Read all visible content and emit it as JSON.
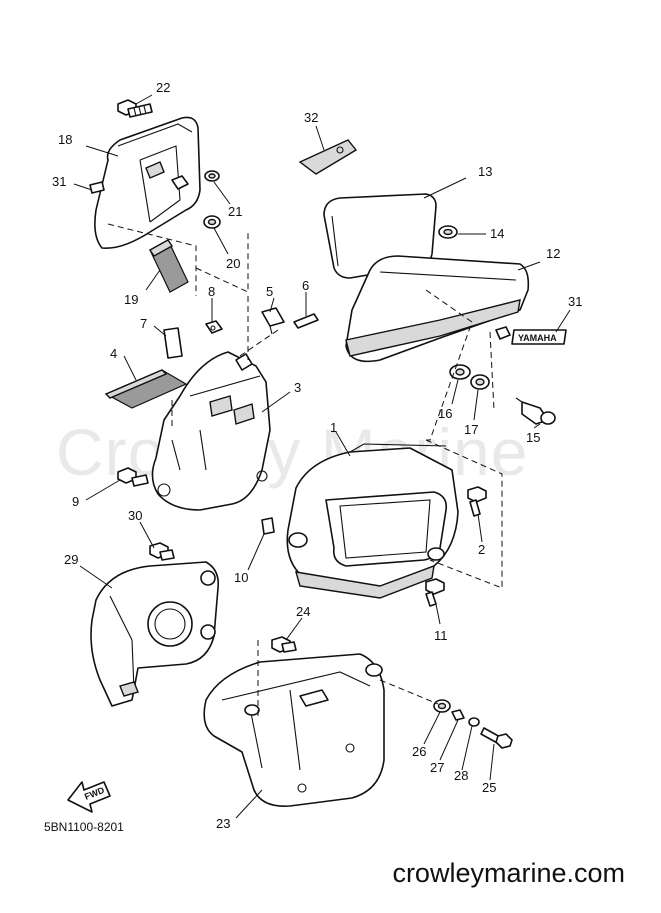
{
  "watermark": "Crowley Marine",
  "document_code": "5BN1100-8201",
  "site_url": "crowleymarine.com",
  "fwd_label": "FWD",
  "brand_label": "YAMAHA",
  "callouts": {
    "c1": "1",
    "c2": "2",
    "c3": "3",
    "c5": "5",
    "c6": "6",
    "c7": "7",
    "c8": "8",
    "c9": "9",
    "c10": "10",
    "c11": "11",
    "c12": "12",
    "c13": "13",
    "c14": "14",
    "c15": "15",
    "c16": "16",
    "c17": "17",
    "c18": "18",
    "c19": "19",
    "c20": "20",
    "c21": "21",
    "c22": "22",
    "c23": "23",
    "c24": "24",
    "c25": "25",
    "c26": "26",
    "c27": "27",
    "c28": "28",
    "c29": "29",
    "c30": "30",
    "c31a": "31",
    "c31b": "31",
    "c32": "32",
    "c4": "4"
  }
}
